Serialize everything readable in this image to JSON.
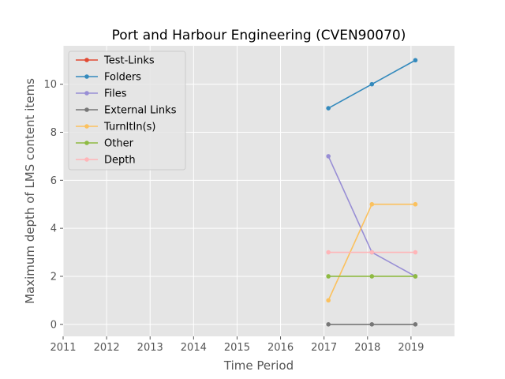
{
  "chart_data": {
    "type": "line",
    "title": "Port and Harbour Engineering (CVEN90070)",
    "xlabel": "Time Period",
    "ylabel": "Maximum depth of LMS content items",
    "xlim": [
      2011,
      2020
    ],
    "ylim": [
      -0.5,
      11.6
    ],
    "xticks": [
      "2011",
      "2012",
      "2013",
      "2014",
      "2015",
      "2016",
      "2017",
      "2018",
      "2019"
    ],
    "yticks": [
      "0",
      "2",
      "4",
      "6",
      "8",
      "10"
    ],
    "x": [
      2017.1,
      2018.1,
      2019.1
    ],
    "grid": true,
    "legend_position": "top-left",
    "series": [
      {
        "name": "Test-Links",
        "color": "#E24A33",
        "values": [
          null,
          null,
          null
        ]
      },
      {
        "name": "Folders",
        "color": "#348ABD",
        "values": [
          9,
          10,
          11
        ]
      },
      {
        "name": "Files",
        "color": "#988ED5",
        "values": [
          7,
          3,
          2
        ]
      },
      {
        "name": "External Links",
        "color": "#777777",
        "values": [
          0,
          0,
          0
        ]
      },
      {
        "name": "TurnItIn(s)",
        "color": "#FBC15E",
        "values": [
          1,
          5,
          5
        ]
      },
      {
        "name": "Other",
        "color": "#8EBA42",
        "values": [
          2,
          2,
          2
        ]
      },
      {
        "name": "Depth",
        "color": "#FFB5B8",
        "values": [
          3,
          3,
          3
        ]
      }
    ]
  }
}
